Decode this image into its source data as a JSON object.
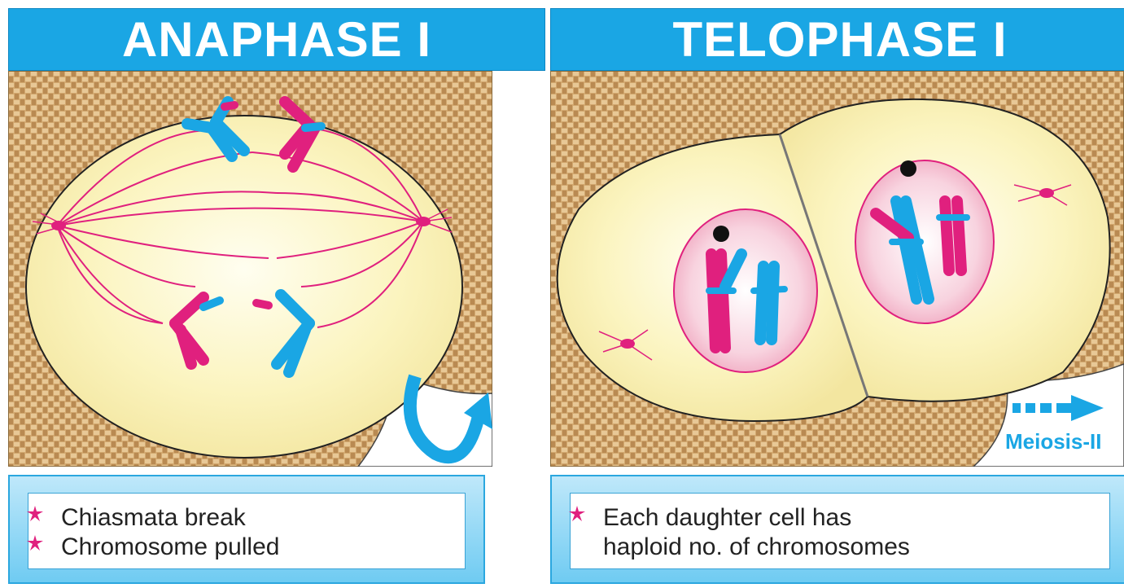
{
  "panels": [
    {
      "title": "ANAPHASE I",
      "bullets": [
        "Chiasmata break",
        "Chromosome pulled"
      ]
    },
    {
      "title": "TELOPHASE I",
      "bullets": [
        "Each daughter  cell has",
        "haploid no. of chromosomes"
      ],
      "arrow_label": "Meiosis-II"
    }
  ],
  "colors": {
    "title_bar": "#1aa6e4",
    "cell_fill": "#f9f3b6",
    "spindle": "#e0207e",
    "chromosome_magenta": "#e0207e",
    "chromosome_blue": "#1aa6e4",
    "nucleus_fill": "#f7c9d8",
    "background_texture": "#c69a63"
  },
  "icons": [
    "star-bullet-icon",
    "curved-arrow-icon",
    "dashed-arrow-icon"
  ]
}
